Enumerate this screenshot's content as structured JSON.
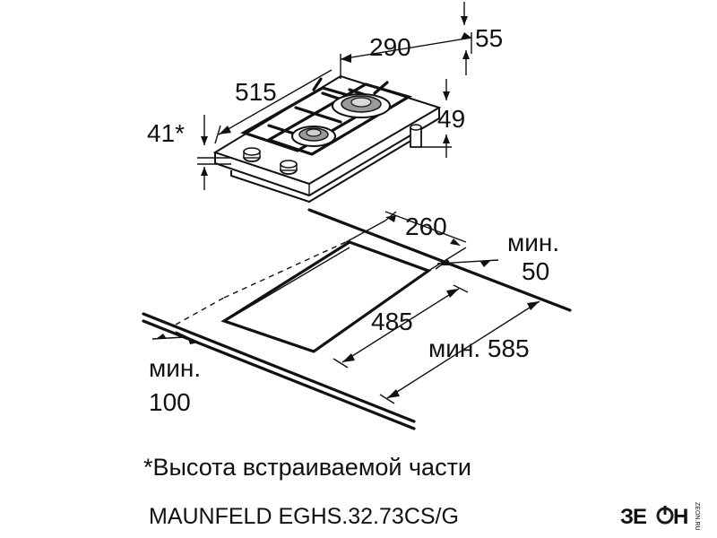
{
  "dimensions": {
    "width_top": "290",
    "depth_top": "515",
    "offset_top": "55",
    "height_below": "41*",
    "height_above": "49",
    "cutout_width": "260",
    "cutout_depth": "485",
    "min_back_label": "мин.",
    "min_back_value": "50",
    "min_front_label": "мин.",
    "min_front_value": "100",
    "min_depth_text": "мин. 585"
  },
  "footnote": "*Высота встраиваемой части",
  "model": "MAUNFELD EGHS.32.73CS/G",
  "brand": {
    "mark": "ЗЕ",
    "mark2": "Н",
    "side": "ZEON.RU"
  },
  "colors": {
    "line": "#111111",
    "burner": "#9a9a9a",
    "brand": "#1a1a1a"
  },
  "icons": [
    "power-icon"
  ]
}
